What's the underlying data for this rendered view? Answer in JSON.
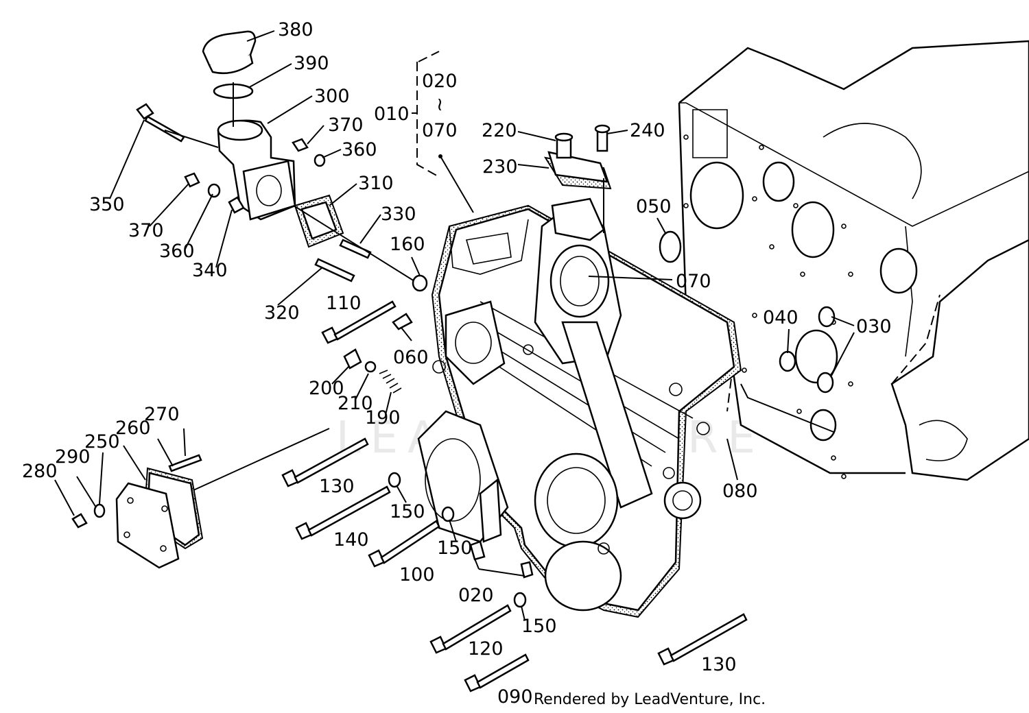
{
  "callouts": {
    "c010": "010",
    "c020a": "020",
    "c020b": "020",
    "c030": "030",
    "c040": "040",
    "c050": "050",
    "c060": "060",
    "c070a": "070",
    "c070b": "070",
    "c080": "080",
    "c090": "090",
    "c100": "100",
    "c110": "110",
    "c120": "120",
    "c130a": "130",
    "c130b": "130",
    "c140": "140",
    "c150a": "150",
    "c150b": "150",
    "c150c": "150",
    "c160": "160",
    "c190": "190",
    "c200": "200",
    "c210": "210",
    "c220": "220",
    "c230": "230",
    "c240": "240",
    "c250": "250",
    "c260": "260",
    "c270": "270",
    "c280": "280",
    "c290": "290",
    "c300": "300",
    "c310": "310",
    "c320": "320",
    "c330": "330",
    "c340": "340",
    "c350": "350",
    "c360a": "360",
    "c360b": "360",
    "c370a": "370",
    "c370b": "370",
    "c380": "380",
    "c390": "390",
    "range_sep": "≀"
  },
  "credit": "Rendered by LeadVenture, Inc.",
  "watermark": "LEADVENTURE"
}
